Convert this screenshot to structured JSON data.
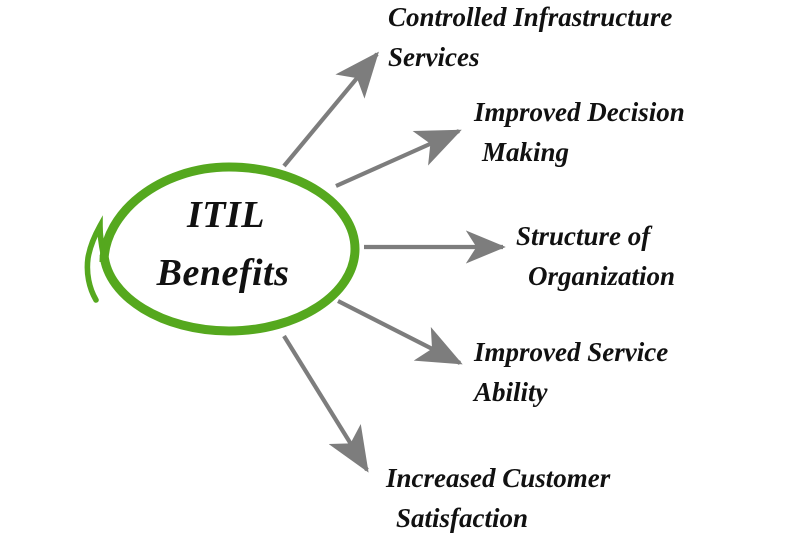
{
  "diagram": {
    "type": "radial-benefits-diagram",
    "background_color": "#ffffff",
    "center": {
      "line1": "ITIL",
      "line2": "Benefits",
      "shape": "hand-drawn-ellipse",
      "stroke_color": "#55a81e",
      "text_color": "#111111"
    },
    "connector": {
      "color": "#7d7d7d",
      "style": "straight-arrow",
      "count": 5
    },
    "branches": [
      {
        "id": "controlled-infrastructure-services",
        "line1": "Controlled Infrastructure",
        "line2": "Services"
      },
      {
        "id": "improved-decision-making",
        "line1": "Improved Decision",
        "line2": "Making"
      },
      {
        "id": "structure-of-organization",
        "line1": "Structure of",
        "line2": "Organization"
      },
      {
        "id": "improved-service-ability",
        "line1": "Improved Service",
        "line2": "Ability"
      },
      {
        "id": "increased-customer-satisfaction",
        "line1": "Increased Customer",
        "line2": "Satisfaction"
      }
    ]
  }
}
